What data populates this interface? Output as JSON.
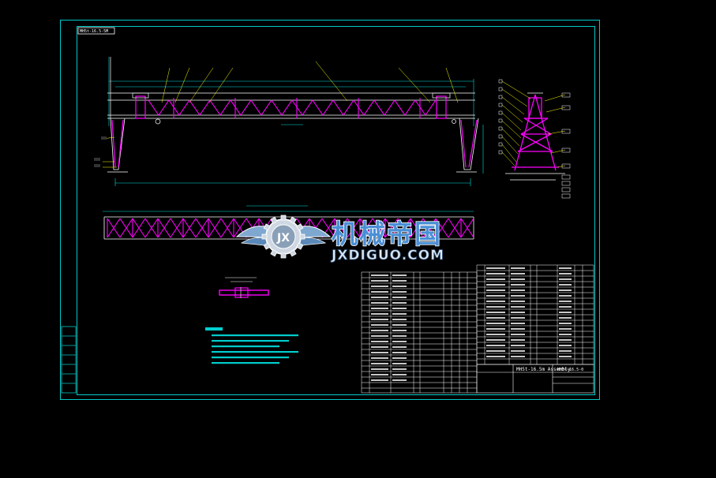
{
  "drawing": {
    "title_tag": "MH5t-16.5-5M",
    "sheet_title": "MH5t-16.5m Assembly",
    "drawing_no": "MH5t-16.5-0",
    "colors": {
      "background": "#000000",
      "frame": "#00c8c8",
      "structure": "#ff00ff",
      "outline": "#ffffff",
      "dimension": "#00e0e0",
      "leader": "#ffff00",
      "note_text": "#00ffff"
    },
    "left_side_labels": [
      "",
      "",
      "",
      "",
      "",
      "",
      ""
    ],
    "views": [
      {
        "name": "front-elevation"
      },
      {
        "name": "side-elevation"
      },
      {
        "name": "top-truss-plan"
      },
      {
        "name": "detail-section"
      }
    ],
    "notes_lines": 6
  },
  "watermark": {
    "cn": "机械帝国",
    "en": "JXDIGUO.COM",
    "emblem": "JX"
  }
}
